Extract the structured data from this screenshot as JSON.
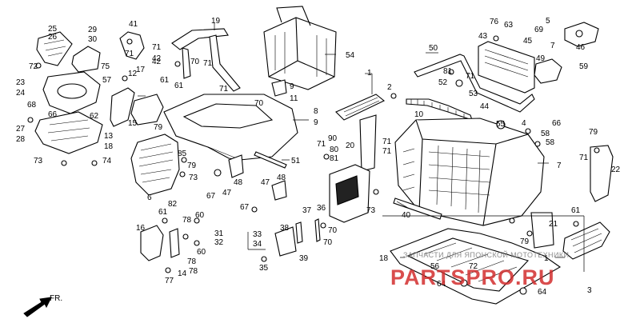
{
  "diagram": {
    "callouts": [
      "25",
      "26",
      "29",
      "30",
      "41",
      "71",
      "42",
      "19",
      "71",
      "54",
      "76",
      "63",
      "5",
      "69",
      "45",
      "46",
      "72",
      "75",
      "71",
      "42",
      "70",
      "43",
      "7",
      "49",
      "59",
      "23",
      "24",
      "57",
      "12",
      "17",
      "61",
      "61",
      "71",
      "9",
      "11",
      "70",
      "50",
      "1",
      "2",
      "81",
      "52",
      "71",
      "53",
      "44",
      "68",
      "66",
      "62",
      "13",
      "15",
      "18",
      "79",
      "8",
      "9",
      "90",
      "10",
      "55",
      "4",
      "66",
      "58",
      "58",
      "27",
      "28",
      "80",
      "81",
      "71",
      "79",
      "73",
      "74",
      "85",
      "79",
      "51",
      "71",
      "20",
      "71",
      "7",
      "71",
      "22",
      "48",
      "47",
      "73",
      "67",
      "47",
      "6",
      "67",
      "48",
      "40",
      "82",
      "73",
      "61",
      "78",
      "60",
      "16",
      "78",
      "60",
      "37",
      "36",
      "70",
      "21",
      "79",
      "61",
      "31",
      "33",
      "38",
      "70",
      "39",
      "32",
      "34",
      "14",
      "78",
      "77",
      "35",
      "18",
      "56",
      "72",
      "64",
      "64",
      "3",
      "1"
    ],
    "ref_labels": [
      "FR."
    ]
  },
  "watermark": {
    "line1": "ЗАПЧАСТИ ДЛЯ ЯПОНСКОЙ МОТОТЕХНИКИ",
    "line2": "PARTSPRO.RU",
    "line2_color": "#d32f2f",
    "line1_color": "#7a7a7a"
  }
}
